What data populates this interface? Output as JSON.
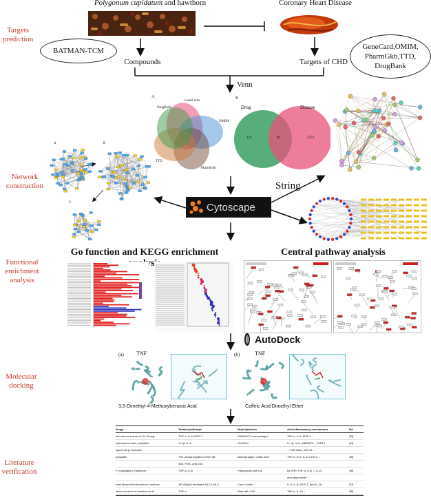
{
  "top": {
    "herb_italic": "Polygonum cupidatum",
    "herb_rest": " and hawthorn",
    "disease": "Coronary Heart Disease"
  },
  "stages": {
    "targets": "Targets prediction",
    "network": "Network construction",
    "functional": "Functional enrichment analysis",
    "docking": "Molecular docking",
    "literature": "Literature verification"
  },
  "nodes": {
    "batman": "BATMAN-TCM",
    "compounds": "Compounds",
    "targets_chd": "Targets of CHD",
    "databases": "GeneCard,OMIM, PharmGkb,TTD, DrugBank",
    "venn": "Venn",
    "string": "String",
    "cytoscape": "Cytoscape",
    "go_title": "Go function and KEGG enrichment analysis",
    "central_title": "Central pathway analysis",
    "autodock": "AutoDock"
  },
  "venn": {
    "panel_a": "A",
    "panel_b": "B",
    "sets_a": [
      "GeneCards",
      "OMIM",
      "DrugBank",
      "TTD",
      "PharmGkb"
    ],
    "drug": "Drug",
    "disease": "Disease",
    "drug_only": "159",
    "overlap": "80",
    "disease_only": "2274"
  },
  "network_panels": [
    "A",
    "B",
    "C"
  ],
  "docking": {
    "a_label": "(a)",
    "a_protein": "TNF",
    "a_ligand": "3,5-Dimethyl-4-Methoxybenzoic Acid",
    "b_label": "(b)",
    "b_protein": "TNF",
    "b_ligand": "Caffeic Acid Dimethyl Ether"
  },
  "table": {
    "headers": [
      "Drugs",
      "Related pathways",
      "Model/patients",
      "Anti-inflammatory mechanisms",
      "Ref"
    ],
    "rows": [
      [
        "the ethanol extract of Hu Zhang",
        "TNF-α, IL-6, MCP-1",
        "RAW264.7 macrophages",
        "TNF-α, IL-6, MCP-1 ↓",
        "[53]"
      ],
      [
        "hydroxycoumarin, polydatin",
        "IL-1β, IL-6",
        "HUVECs",
        "IL-1β, IL-6, p38MAPK ↓, SIRT1",
        "[54]"
      ],
      [
        "liposomal β-coumarin",
        "",
        "",
        "↑, miR-146a, miR-21 ↓",
        ""
      ],
      [
        "polydatin",
        "The phosphorylation of NF-κB",
        "Macrophages, colitis mice",
        "TNF-α, IL-6, IL-8, COX-2 ↓",
        "[55]"
      ],
      [
        "",
        "p65, PI3K, and p38",
        "",
        "",
        ""
      ],
      [
        "P. cuspidatum, Hawthorn",
        "TNF-α, IL-6",
        "Participants with UA",
        "hs-CRP, TNF-α, IL-6 ↓, IL-10",
        "[56]"
      ],
      [
        "",
        "",
        "",
        "and adiponectin ↑",
        ""
      ],
      [
        "total flavonoid extract from hawthorn",
        "NF-κB/p65-mediated MLCK-MLC",
        "Caco-2 cells",
        "IL-6, IL-8, MCP-1, and IL-1β ↓",
        "[57]"
      ],
      [
        "alcohol extract of hawthorn fruit",
        "TNF-α",
        "Rats with CHF",
        "TNF-α, IL-1β ↓",
        "[58]"
      ]
    ]
  }
}
